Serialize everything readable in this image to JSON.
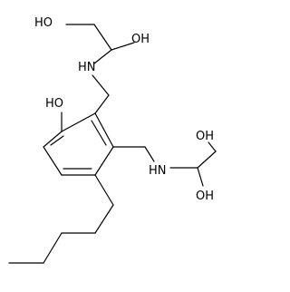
{
  "molecule": {
    "atom_labels": {
      "phenol_oh": "HO",
      "upper_amine": "HN",
      "upper_chain_oh_left": "HO",
      "upper_chain_oh_right": "OH",
      "lower_amine": "HN",
      "lower_chain_oh_top": "OH",
      "lower_chain_oh_bottom": "OH"
    }
  },
  "colors": {
    "bond": "#000000",
    "label": "#000000",
    "background": "#ffffff"
  }
}
